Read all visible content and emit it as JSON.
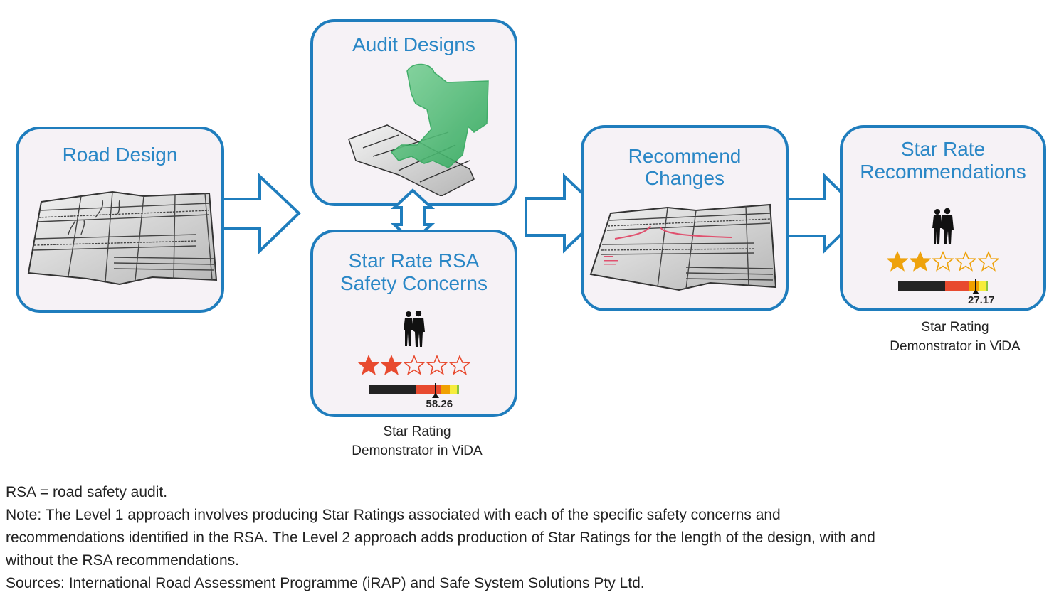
{
  "diagram": {
    "colors": {
      "box_border": "#1f7dbd",
      "box_fill": "#f6f2f6",
      "title_text": "#2a87c6",
      "figure_green": "#3fae6a",
      "star_red": "#e84a2f",
      "star_orange": "#eea20c",
      "bar_black": "#232323",
      "bar_red": "#e84a2f",
      "bar_orange": "#f0a000",
      "bar_yellow": "#f7ec3d",
      "bar_green": "#8cc63f"
    },
    "nodes": [
      {
        "id": "road-design",
        "title": "Road Design",
        "illustration": "road-plan-icon"
      },
      {
        "id": "audit-designs",
        "title": "Audit Designs",
        "illustration": "auditor-figure-icon"
      },
      {
        "id": "star-rate-rsa",
        "title_line1": "Star Rate RSA",
        "title_line2": "Safety Concerns",
        "illustration": "pedestrians-icon",
        "rating": {
          "stars_filled": 2,
          "stars_total": 5,
          "score": "58.26",
          "star_color": "#e84a2f"
        },
        "caption_line1": "Star Rating",
        "caption_line2": "Demonstrator in ViDA"
      },
      {
        "id": "recommend-changes",
        "title_line1": "Recommend",
        "title_line2": "Changes",
        "illustration": "annotated-road-plan-icon"
      },
      {
        "id": "star-rate-recommendations",
        "title_line1": "Star Rate",
        "title_line2": "Recommendations",
        "illustration": "pedestrians-icon",
        "rating": {
          "stars_filled": 2,
          "stars_total": 5,
          "score": "27.17",
          "star_color": "#eea20c"
        },
        "caption_line1": "Star Rating",
        "caption_line2": "Demonstrator in ViDA"
      }
    ],
    "edges": [
      {
        "from": "road-design",
        "to": "audit-designs",
        "type": "right-arrow"
      },
      {
        "from": "audit-designs",
        "to": "star-rate-rsa",
        "type": "double-arrow"
      },
      {
        "from": "audit-designs",
        "to": "recommend-changes",
        "type": "right-arrow"
      },
      {
        "from": "recommend-changes",
        "to": "star-rate-recommendations",
        "type": "right-arrow"
      }
    ]
  },
  "notes": {
    "abbrev": "RSA = road safety audit.",
    "note": "Note: The Level 1 approach involves producing Star Ratings associated with each of the specific safety concerns and recommendations identified in the RSA. The Level 2 approach adds production of Star Ratings for the length of the design, with and without the RSA recommendations.",
    "note_line1": "Note: The Level 1 approach involves producing Star Ratings associated with each of the specific safety concerns and",
    "note_line2": "recommendations identified in the RSA. The Level 2 approach adds production of Star Ratings for the length of the design, with and",
    "note_line3": "without the RSA recommendations.",
    "sources": "Sources: International Road Assessment Programme (iRAP) and Safe System Solutions Pty Ltd."
  }
}
